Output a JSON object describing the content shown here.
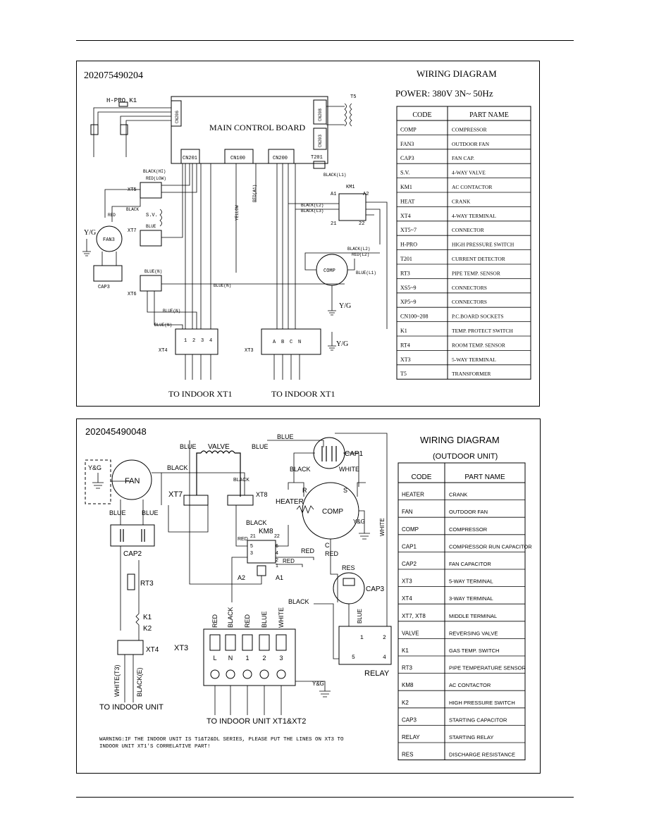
{
  "top": {
    "code": "202075490204",
    "title": "WIRING DIAGRAM",
    "power": "POWER: 380V 3N~     50Hz",
    "board": "MAIN CONTROL BOARD",
    "table_head": [
      "CODE",
      "PART NAME"
    ],
    "rows": [
      [
        "COMP",
        "COMPRESSOR"
      ],
      [
        "FAN3",
        "OUTDOOR FAN"
      ],
      [
        "CAP3",
        "FAN CAP."
      ],
      [
        "S.V.",
        "4-WAY VALVE"
      ],
      [
        "KM1",
        "AC CONTACTOR"
      ],
      [
        "HEAT",
        "CRANK"
      ],
      [
        "XT4",
        "4-WAY TERMINAL"
      ],
      [
        "XT5~7",
        "CONNECTOR"
      ],
      [
        "H-PRO",
        "HIGH PRESSURE SWITCH"
      ],
      [
        "T201",
        "CURRENT DETECTOR"
      ],
      [
        "RT3",
        "PIPE TEMP. SENSOR"
      ],
      [
        "XS5~9",
        "CONNECTORS"
      ],
      [
        "XP5~9",
        "CONNECTORS"
      ],
      [
        "CN100~208",
        "P.C.BOARD SOCKETS"
      ],
      [
        "K1",
        "TEMP. PROTECT SWITCH"
      ],
      [
        "RT4",
        "ROOM TEMP. SENSOR"
      ],
      [
        "XT3",
        "5-WAY TERMINAL"
      ],
      [
        "T5",
        "TRANSFORMER"
      ]
    ],
    "sockets": [
      "CN201",
      "CN100",
      "CN200",
      "CN208",
      "CN206",
      "CN203",
      "T201"
    ],
    "labels": {
      "hpro": "H-PRO  K1",
      "t5": "T5",
      "km1": "KM1",
      "sv": "S.V.",
      "fan3": "FAN3",
      "cap3": "CAP3",
      "comp": "COMP",
      "xt5": "XT5",
      "xt6": "XT6",
      "xt7": "XT7",
      "xt4": "XT4",
      "xt3": "XT3",
      "yg": "Y/G",
      "yg2": "Y/G",
      "yg3": "Y/G",
      "to_indoor_a": "TO  INDOOR XT1",
      "to_indoor_b": "TO  INDOOR XT1",
      "black_hi": "BLACK(HI)",
      "red_low": "RED(LOW)",
      "red": "RED",
      "black": "BLACK",
      "blue": "BLUE",
      "blue_n": "BLUE(N)",
      "blue_n2": "BLUE(N)",
      "blue_n3": "BLUE(N)",
      "blue_n4": "BLUE(N)",
      "blue_l1": "BLUE(L1)",
      "black_l1": "BLACK(L1)",
      "black_l2": "BLACK(L2)",
      "black_l3": "BLACK(L3)",
      "black_l2b": "BLACK(L2)",
      "red_l2": "RED(L2)",
      "red_a1": "RED(A1)",
      "yellow": "YELLOW",
      "a1": "A1",
      "a2": "A2",
      "n21": "21",
      "n22": "22"
    },
    "xt4_nums": [
      "1",
      "2",
      "3",
      "4"
    ],
    "xt3_letters": [
      "A",
      "B",
      "C",
      "N"
    ]
  },
  "bottom": {
    "code": "202045490048",
    "title": "WIRING DIAGRAM",
    "subtitle": "(OUTDOOR UNIT)",
    "table_head": [
      "CODE",
      "PART NAME"
    ],
    "rows": [
      [
        "HEATER",
        "CRANK"
      ],
      [
        "FAN",
        "OUTDOOR FAN"
      ],
      [
        "COMP",
        "COMPRESSOR"
      ],
      [
        "CAP1",
        "COMPRESSOR RUN CAPACITOR"
      ],
      [
        "CAP2",
        "FAN CAPACITOR"
      ],
      [
        "XT3",
        "5-WAY TERMINAL"
      ],
      [
        "XT4",
        "3-WAY TERMINAL"
      ],
      [
        "XT7, XT8",
        "MIDDLE TERMINAL"
      ],
      [
        "VALVE",
        "REVERSING VALVE"
      ],
      [
        "K1",
        "GAS TEMP. SWITCH"
      ],
      [
        "RT3",
        "PIPE TEMPERATURE SENSOR"
      ],
      [
        "KM8",
        "AC CONTACTOR"
      ],
      [
        "K2",
        "HIGH PRESSURE SWITCH"
      ],
      [
        "CAP3",
        "STARTING CAPACITOR"
      ],
      [
        "RELAY",
        "STARTING RELAY"
      ],
      [
        "RES",
        "DISCHARGE RESISTANCE"
      ]
    ],
    "labels": {
      "blue1": "BLUE",
      "valve": "VALVE",
      "blue2": "BLUE",
      "blue3": "BLUE",
      "cap1": "CAP1",
      "yg": "Y&G",
      "fan": "FAN",
      "black1": "BLACK",
      "black2": "BLACK",
      "white1": "WHITE",
      "xt7": "XT7",
      "black3": "BLACK",
      "xt8": "XT8",
      "r": "R",
      "s": "S",
      "heater": "HEATER",
      "comp": "COMP",
      "blue4": "BLUE",
      "blue5": "BLUE",
      "black4": "BLACK",
      "km8": "KM8",
      "yg2": "Y&G",
      "white2": "WHITE",
      "red1": "RED",
      "red2": "RED",
      "red3": "RED",
      "c": "C",
      "red4": "RED",
      "cap2": "CAP2",
      "rt3": "RT3",
      "a2": "A2",
      "a1": "A1",
      "res": "RES",
      "cap3": "CAP3",
      "black5": "BLACK",
      "k1": "K1",
      "k2": "K2",
      "xt4": "XT4",
      "xt3": "XT3",
      "relay": "RELAY",
      "white_t3": "WHITE(T3)",
      "black_e": "BLACK(E)",
      "yg3": "Y&G",
      "to_indoor_unit": "TO INDOOR UNIT",
      "to_indoor_xt": "TO INDOOR UNIT XT1&XT2",
      "n21": "21",
      "n22": "22",
      "n5": "5",
      "n6": "6",
      "n3": "3",
      "n4": "4",
      "n1": "1",
      "n2": "2"
    },
    "xt3_wires": [
      "RED",
      "BLACK",
      "RED",
      "BLUE",
      "WHITE"
    ],
    "xt3_terms": [
      "L",
      "N",
      "1",
      "2",
      "3"
    ],
    "relay_terms": [
      "1",
      "2",
      "5",
      "4"
    ],
    "warning1": "WARNING:IF THE INDOOR UNIT IS T1&T2&DL SERIES, PLEASE PUT THE LINES ON XT3 TO",
    "warning2": "INDOOR UNIT XT1'S CORRELATIVE PART!"
  }
}
